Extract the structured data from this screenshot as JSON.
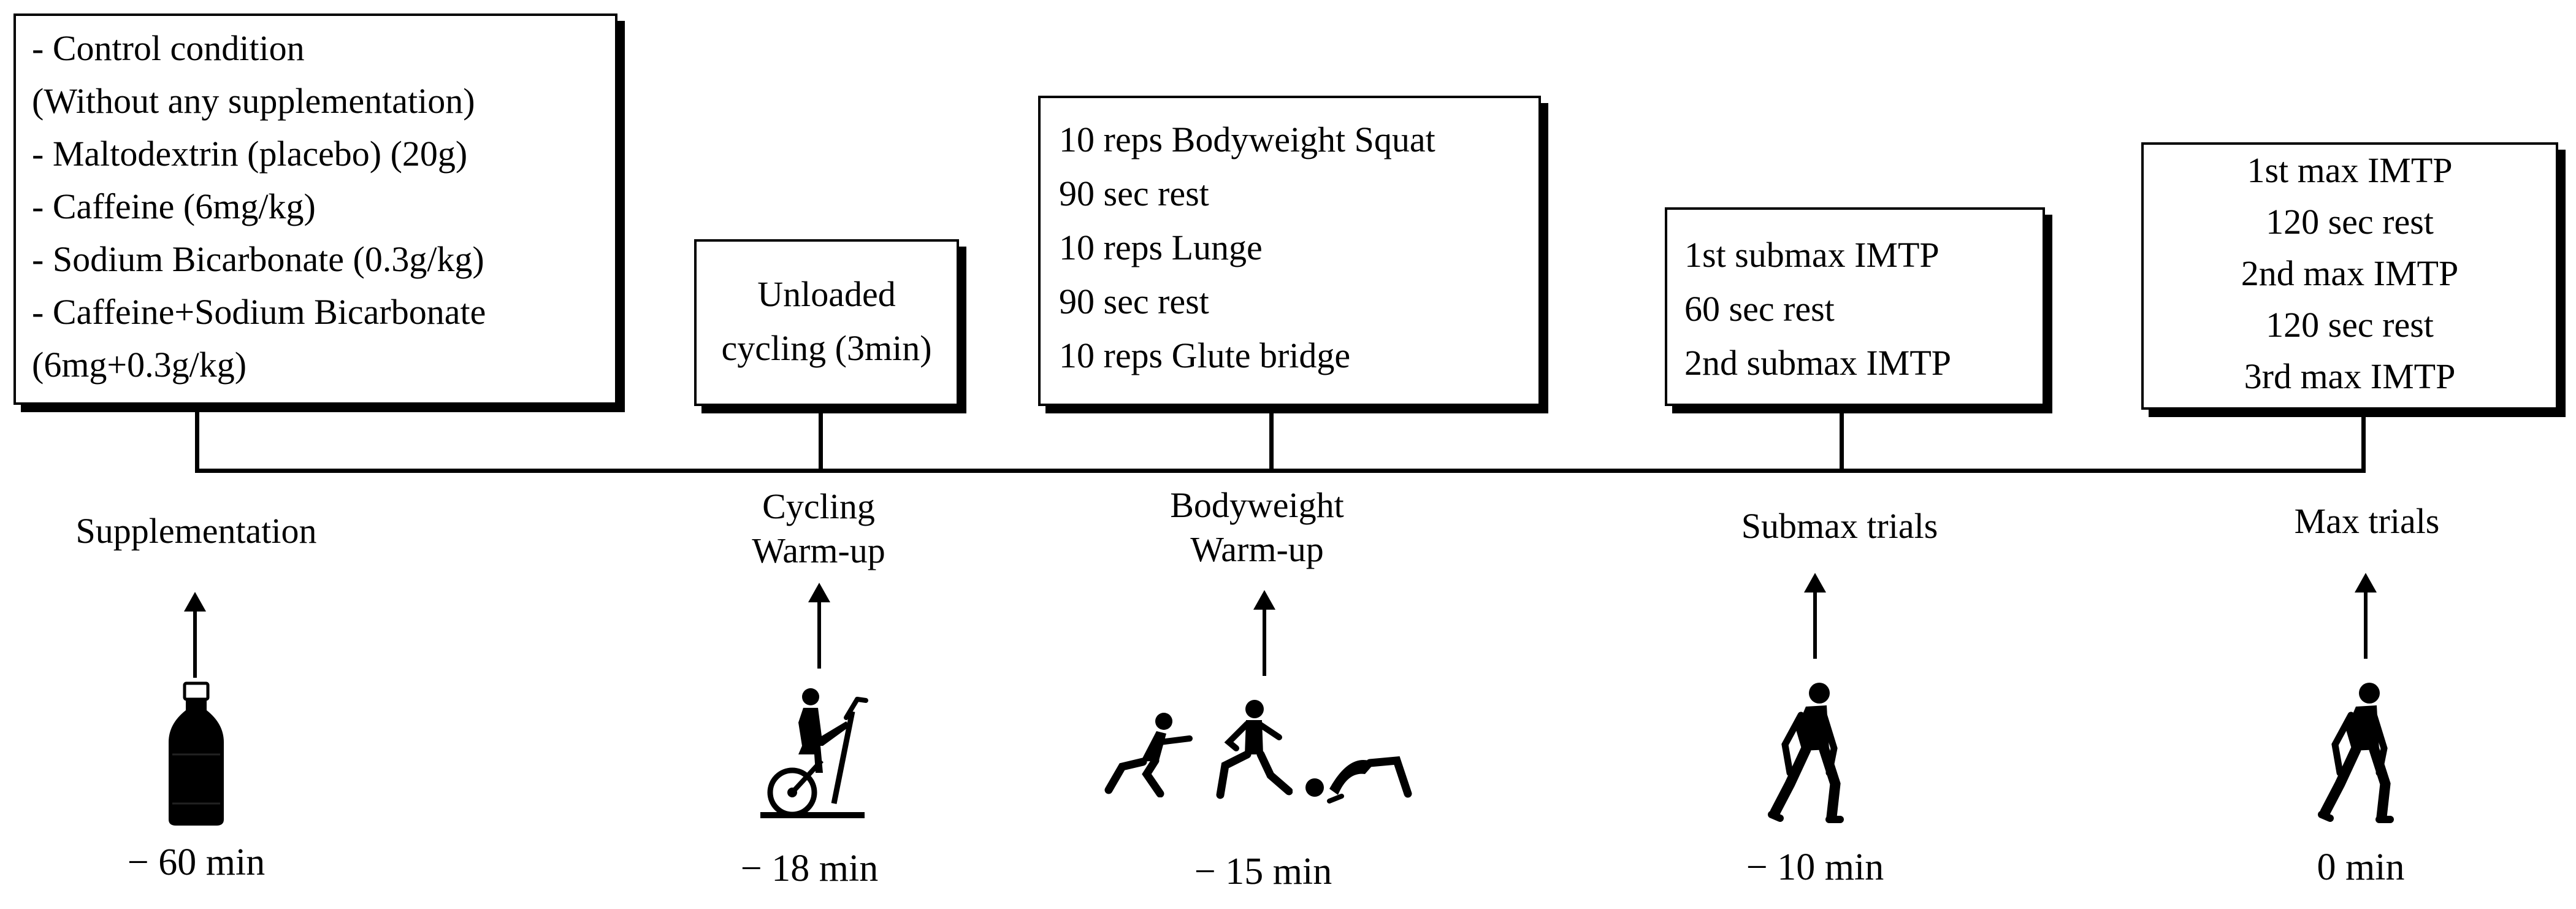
{
  "boxes": {
    "supplementation": [
      "- Control condition",
      "(Without any supplementation)",
      "- Maltodextrin (placebo) (20g)",
      "- Caffeine (6mg/kg)",
      "- Sodium Bicarbonate (0.3g/kg)",
      "- Caffeine+Sodium Bicarbonate",
      "(6mg+0.3g/kg)"
    ],
    "cycling": [
      "Unloaded",
      "cycling (3min)"
    ],
    "bodyweight": [
      "10 reps Bodyweight Squat",
      "90 sec rest",
      "10 reps Lunge",
      "90 sec rest",
      "10 reps Glute bridge"
    ],
    "submax": [
      "1st submax IMTP",
      "60 sec rest",
      "2nd submax IMTP"
    ],
    "max": [
      "1st max IMTP",
      "120 sec rest",
      "2nd max IMTP",
      "120 sec rest",
      "3rd max IMTP"
    ]
  },
  "stages": {
    "supplementation": "Supplementation",
    "cycling_1": "Cycling",
    "cycling_2": "Warm-up",
    "bodyweight_1": "Bodyweight",
    "bodyweight_2": "Warm-up",
    "submax": "Submax trials",
    "max": "Max trials"
  },
  "times": {
    "supplementation": "− 60 min",
    "cycling": "− 18 min",
    "bodyweight": "− 15 min",
    "submax": "− 10 min",
    "max": "0 min"
  },
  "icons": {
    "supplementation": "bottle-icon",
    "cycling": "exercise-bike-icon",
    "bodyweight": [
      "squat-icon",
      "lunge-icon",
      "glute-bridge-icon"
    ],
    "submax": "deadlift-icon",
    "max": "deadlift-icon"
  },
  "colors": {
    "ink": "#000000",
    "background": "#ffffff"
  }
}
